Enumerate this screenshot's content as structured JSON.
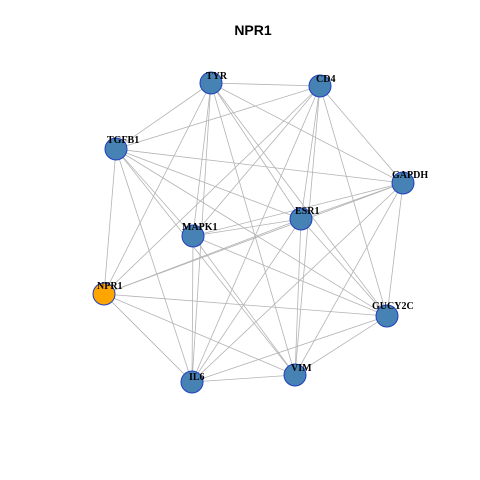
{
  "title": "NPR1",
  "colors": {
    "node_default": "#4682B4",
    "node_highlight": "#FFA500",
    "node_border": "#1f3fbf",
    "edge": "#b3b3b3"
  },
  "nodes": [
    {
      "id": "TYR",
      "label": "TYR",
      "highlight": false
    },
    {
      "id": "CD4",
      "label": "CD4",
      "highlight": false
    },
    {
      "id": "TGFB1",
      "label": "TGFB1",
      "highlight": false
    },
    {
      "id": "GAPDH",
      "label": "GAPDH",
      "highlight": false
    },
    {
      "id": "ESR1",
      "label": "ESR1",
      "highlight": false
    },
    {
      "id": "MAPK1",
      "label": "MAPK1",
      "highlight": false
    },
    {
      "id": "NPR1",
      "label": "NPR1",
      "highlight": true
    },
    {
      "id": "GUCY2C",
      "label": "GUCY2C",
      "highlight": false
    },
    {
      "id": "VIM",
      "label": "VIM",
      "highlight": false
    },
    {
      "id": "IL6",
      "label": "IL6",
      "highlight": false
    }
  ],
  "edges": [
    [
      "TYR",
      "CD4"
    ],
    [
      "TYR",
      "TGFB1"
    ],
    [
      "TYR",
      "GAPDH"
    ],
    [
      "TYR",
      "ESR1"
    ],
    [
      "TYR",
      "MAPK1"
    ],
    [
      "TYR",
      "NPR1"
    ],
    [
      "TYR",
      "GUCY2C"
    ],
    [
      "TYR",
      "VIM"
    ],
    [
      "TYR",
      "IL6"
    ],
    [
      "CD4",
      "TGFB1"
    ],
    [
      "CD4",
      "GAPDH"
    ],
    [
      "CD4",
      "ESR1"
    ],
    [
      "CD4",
      "MAPK1"
    ],
    [
      "CD4",
      "NPR1"
    ],
    [
      "CD4",
      "GUCY2C"
    ],
    [
      "CD4",
      "VIM"
    ],
    [
      "CD4",
      "IL6"
    ],
    [
      "TGFB1",
      "GAPDH"
    ],
    [
      "TGFB1",
      "ESR1"
    ],
    [
      "TGFB1",
      "MAPK1"
    ],
    [
      "TGFB1",
      "NPR1"
    ],
    [
      "TGFB1",
      "GUCY2C"
    ],
    [
      "TGFB1",
      "VIM"
    ],
    [
      "TGFB1",
      "IL6"
    ],
    [
      "GAPDH",
      "ESR1"
    ],
    [
      "GAPDH",
      "MAPK1"
    ],
    [
      "GAPDH",
      "NPR1"
    ],
    [
      "GAPDH",
      "GUCY2C"
    ],
    [
      "GAPDH",
      "VIM"
    ],
    [
      "GAPDH",
      "IL6"
    ],
    [
      "ESR1",
      "MAPK1"
    ],
    [
      "ESR1",
      "NPR1"
    ],
    [
      "ESR1",
      "GUCY2C"
    ],
    [
      "ESR1",
      "VIM"
    ],
    [
      "ESR1",
      "IL6"
    ],
    [
      "MAPK1",
      "GUCY2C"
    ],
    [
      "MAPK1",
      "VIM"
    ],
    [
      "MAPK1",
      "IL6"
    ],
    [
      "NPR1",
      "GUCY2C"
    ],
    [
      "NPR1",
      "VIM"
    ],
    [
      "NPR1",
      "IL6"
    ],
    [
      "GUCY2C",
      "VIM"
    ],
    [
      "GUCY2C",
      "IL6"
    ],
    [
      "VIM",
      "IL6"
    ]
  ]
}
